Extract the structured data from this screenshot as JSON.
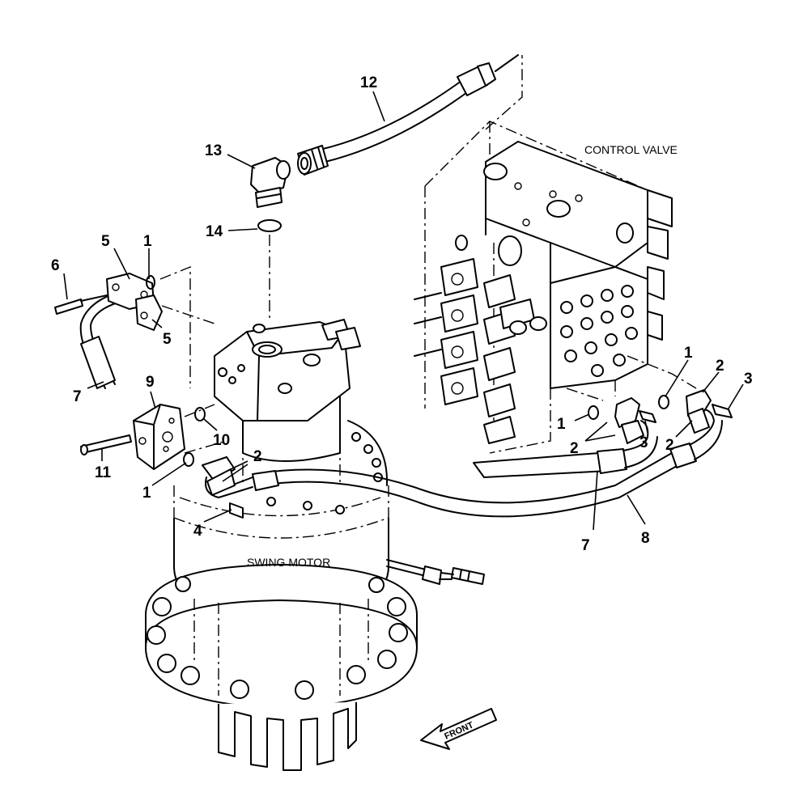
{
  "labels": {
    "control_valve": "CONTROL VALVE",
    "swing_motor": "SWING MOTOR",
    "front": "FRONT"
  },
  "callouts": {
    "c12": "12",
    "c13": "13",
    "c14": "14",
    "c5a": "5",
    "c1a": "1",
    "c6": "6",
    "c5b": "5",
    "c7a": "7",
    "c9": "9",
    "c10": "10",
    "c11": "11",
    "c1b": "1",
    "c2a": "2",
    "c4": "4",
    "c1c": "1",
    "c2b": "2",
    "c3a": "3",
    "c7b": "7",
    "c8": "8",
    "c1d": "1",
    "c2c": "2",
    "c3b": "3",
    "c2d": "2"
  }
}
